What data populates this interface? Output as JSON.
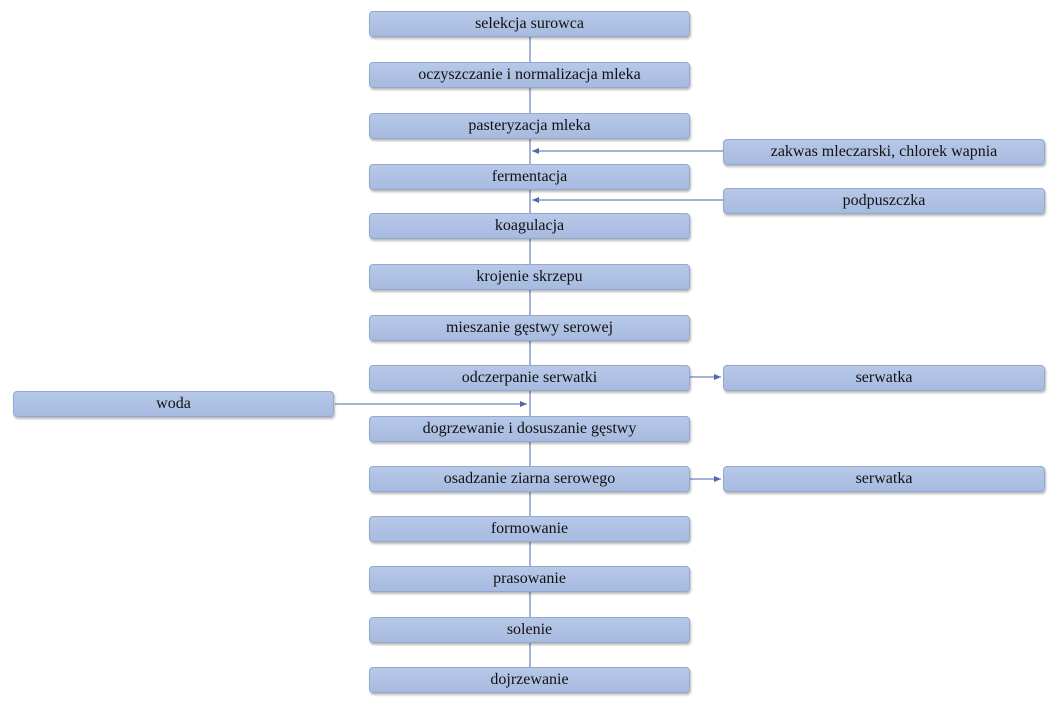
{
  "process_steps": [
    "selekcja  surowca",
    "oczyszczanie i normalizacja  mleka",
    "pasteryzacja mleka",
    "fermentacja",
    "koagulacja",
    "krojenie  skrzepu",
    "mieszanie  gęstwy serowej",
    "odczerpanie serwatki",
    "dogrzewanie i dosuszanie gęstwy",
    "osadzanie ziarna  serowego",
    "formowanie",
    "prasowanie",
    "solenie",
    "dojrzewanie"
  ],
  "inputs": {
    "starter": "zakwas mleczarski,  chlorek wapnia",
    "rennet": "podpuszczka",
    "water": "woda"
  },
  "outputs": {
    "whey_1": "serwatka",
    "whey_2": "serwatka"
  },
  "colors": {
    "box_fill": "#b0c3e5",
    "box_border": "#94a8cf",
    "connector": "#4a6aa8"
  }
}
